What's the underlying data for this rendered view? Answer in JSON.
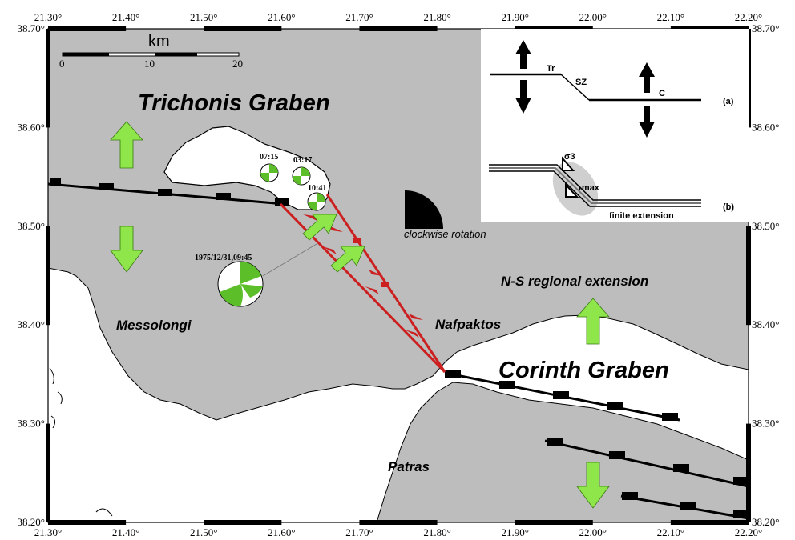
{
  "axes": {
    "x_ticks": [
      "21.30°",
      "21.40°",
      "21.50°",
      "21.60°",
      "21.70°",
      "21.80°",
      "21.90°",
      "22.00°",
      "22.10°",
      "22.20°"
    ],
    "y_ticks": [
      "38.70°",
      "38.60°",
      "38.50°",
      "38.40°",
      "38.30°",
      "38.20°"
    ]
  },
  "scalebar": {
    "unit": "km",
    "ticks": [
      "0",
      "10",
      "20"
    ]
  },
  "places": {
    "trichonis": "Trichonis Graben",
    "corinth": "Corinth Graben",
    "messolongi": "Messolongi",
    "nafpaktos": "Nafpaktos",
    "patras": "Patras",
    "ns_extension": "N-S regional extension",
    "clockwise": "clockwise rotation"
  },
  "events": {
    "main": "1975/12/31,09:45",
    "e1": "07:15",
    "e2": "03:17",
    "e3": "10:41"
  },
  "inset": {
    "label_tr": "Tr",
    "label_sz": "SZ",
    "label_c": "C",
    "label_a": "(a)",
    "label_b": "(b)",
    "sigma3": "σ3",
    "tau_max": "τmax",
    "finite": "finite extension"
  },
  "colors": {
    "land": "#bdbdbd",
    "arrow_green": "#8ee64a",
    "fault_red": "#cc1f1f"
  }
}
